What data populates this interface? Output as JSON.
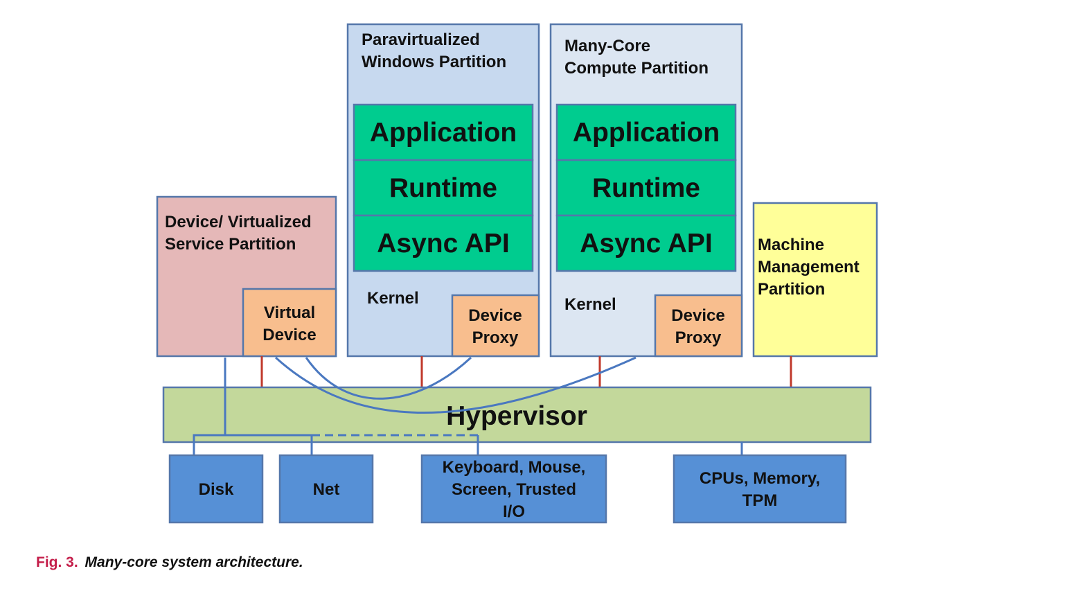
{
  "partitions": {
    "device_service": {
      "title_lines": [
        "Device/ Virtualized",
        "Service Partition"
      ],
      "virtual_device_lines": [
        "Virtual",
        "Device"
      ]
    },
    "windows": {
      "title_lines": [
        "Paravirtualized",
        "Windows Partition"
      ],
      "layers": [
        "Application",
        "Runtime",
        "Async API"
      ],
      "kernel_label": "Kernel",
      "proxy_lines": [
        "Device",
        "Proxy"
      ]
    },
    "many_core": {
      "title_lines": [
        "Many-Core",
        "Compute Partition"
      ],
      "layers": [
        "Application",
        "Runtime",
        "Async API"
      ],
      "kernel_label": "Kernel",
      "proxy_lines": [
        "Device",
        "Proxy"
      ]
    },
    "machine_management": {
      "title_lines": [
        "Machine",
        "Management",
        "Partition"
      ]
    }
  },
  "hypervisor_label": "Hypervisor",
  "hardware": {
    "disk": [
      "Disk"
    ],
    "net": [
      "Net"
    ],
    "keyboard": [
      "Keyboard, Mouse,",
      "Screen, Trusted",
      "I/O"
    ],
    "cpus": [
      "CPUs, Memory,",
      "TPM"
    ]
  },
  "caption": {
    "label": "Fig. 3.",
    "text": "Many-core system architecture."
  },
  "colors": {
    "device_partition": "#e5b8b8",
    "orange_box": "#f8be8e",
    "windows_partition": "#c7d9ef",
    "many_core_partition": "#dce6f2",
    "layer_green": "#00cc8f",
    "management_yellow": "#ffff99",
    "hypervisor_green": "#c3d89b",
    "hardware_blue": "#5690d6",
    "partition_border": "#5577aa",
    "red_link": "#c0392b",
    "blue_link": "#4a78c0",
    "caption_label": "#c41e4a"
  }
}
